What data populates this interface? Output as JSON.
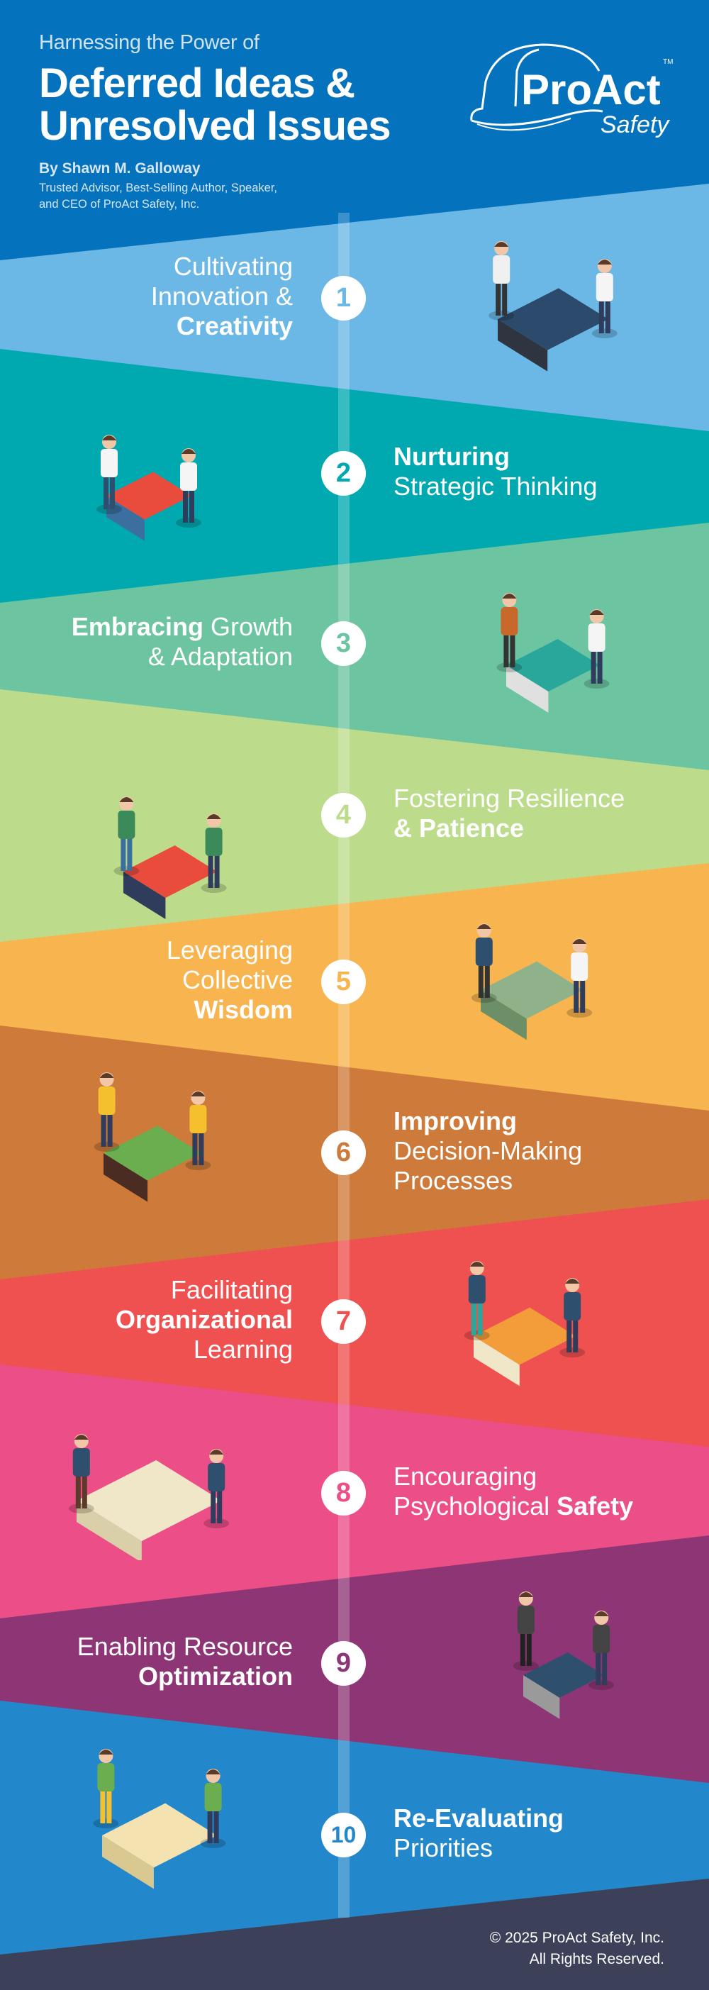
{
  "header": {
    "kicker": "Harnessing the Power of",
    "title_line1": "Deferred Ideas &",
    "title_line2": "Unresolved Issues",
    "byline": "By Shawn M. Galloway",
    "role_line1": "Trusted Advisor, Best-Selling Author, Speaker,",
    "role_line2": "and CEO of ProAct Safety, Inc.",
    "color": "#0472bd"
  },
  "logo": {
    "brand": "ProAct",
    "sub": "Safety",
    "tm": "TM",
    "icon": "hard-hat-icon"
  },
  "items": [
    {
      "number": "1",
      "align": "right",
      "color": "#6bb8e6",
      "illustration": "lounge-meeting",
      "lines": [
        [
          {
            "t": "Cultivating",
            "b": false
          }
        ],
        [
          {
            "t": "Innovation &",
            "b": false
          }
        ],
        [
          {
            "t": "Creativity",
            "b": true
          }
        ]
      ]
    },
    {
      "number": "2",
      "align": "left",
      "color": "#00a9b0",
      "illustration": "sticky-note-board",
      "lines": [
        [
          {
            "t": "Nurturing",
            "b": true
          }
        ],
        [
          {
            "t": "Strategic Thinking",
            "b": false
          }
        ]
      ]
    },
    {
      "number": "3",
      "align": "right",
      "color": "#6cc5a0",
      "illustration": "desk-worker",
      "lines": [
        [
          {
            "t": "Embracing",
            "b": true
          },
          {
            "t": " Growth",
            "b": false
          }
        ],
        [
          {
            "t": "& Adaptation",
            "b": false
          }
        ]
      ]
    },
    {
      "number": "4",
      "align": "left",
      "color": "#bddc8b",
      "illustration": "two-colleagues-talking",
      "lines": [
        [
          {
            "t": "Fostering Resilience",
            "b": false
          }
        ],
        [
          {
            "t": "& Patience",
            "b": true
          }
        ]
      ]
    },
    {
      "number": "5",
      "align": "right",
      "color": "#f7b44f",
      "illustration": "team-cubicles",
      "lines": [
        [
          {
            "t": "Leveraging",
            "b": false
          }
        ],
        [
          {
            "t": "Collective",
            "b": false
          }
        ],
        [
          {
            "t": "Wisdom",
            "b": true
          }
        ]
      ]
    },
    {
      "number": "6",
      "align": "left",
      "color": "#cd7a3a",
      "illustration": "high-five",
      "lines": [
        [
          {
            "t": "Improving",
            "b": true
          }
        ],
        [
          {
            "t": "Decision-Making",
            "b": false
          }
        ],
        [
          {
            "t": "Processes",
            "b": false
          }
        ]
      ]
    },
    {
      "number": "7",
      "align": "right",
      "color": "#ef5050",
      "illustration": "computer-desk-pair",
      "lines": [
        [
          {
            "t": "Facilitating",
            "b": false
          }
        ],
        [
          {
            "t": "Organizational",
            "b": true
          }
        ],
        [
          {
            "t": "Learning",
            "b": false
          }
        ]
      ]
    },
    {
      "number": "8",
      "align": "left",
      "color": "#ec4e88",
      "illustration": "sofa-lounge",
      "lines": [
        [
          {
            "t": "Encouraging",
            "b": false
          }
        ],
        [
          {
            "t": "Psychological ",
            "b": false
          },
          {
            "t": "Safety",
            "b": true
          }
        ]
      ]
    },
    {
      "number": "9",
      "align": "right",
      "color": "#8e3675",
      "illustration": "chart-presentation",
      "lines": [
        [
          {
            "t": "Enabling Resource",
            "b": false
          }
        ],
        [
          {
            "t": "Optimization",
            "b": true
          }
        ]
      ]
    },
    {
      "number": "10",
      "align": "left",
      "color": "#2388cb",
      "illustration": "team-table-meeting",
      "lines": [
        [
          {
            "t": "Re-Evaluating",
            "b": true
          }
        ],
        [
          {
            "t": "Priorities",
            "b": false
          }
        ]
      ]
    }
  ],
  "footer": {
    "copyright_line1": "© 2025 ProAct Safety, Inc.",
    "copyright_line2": "All Rights Reserved.",
    "color": "#3c4058"
  }
}
